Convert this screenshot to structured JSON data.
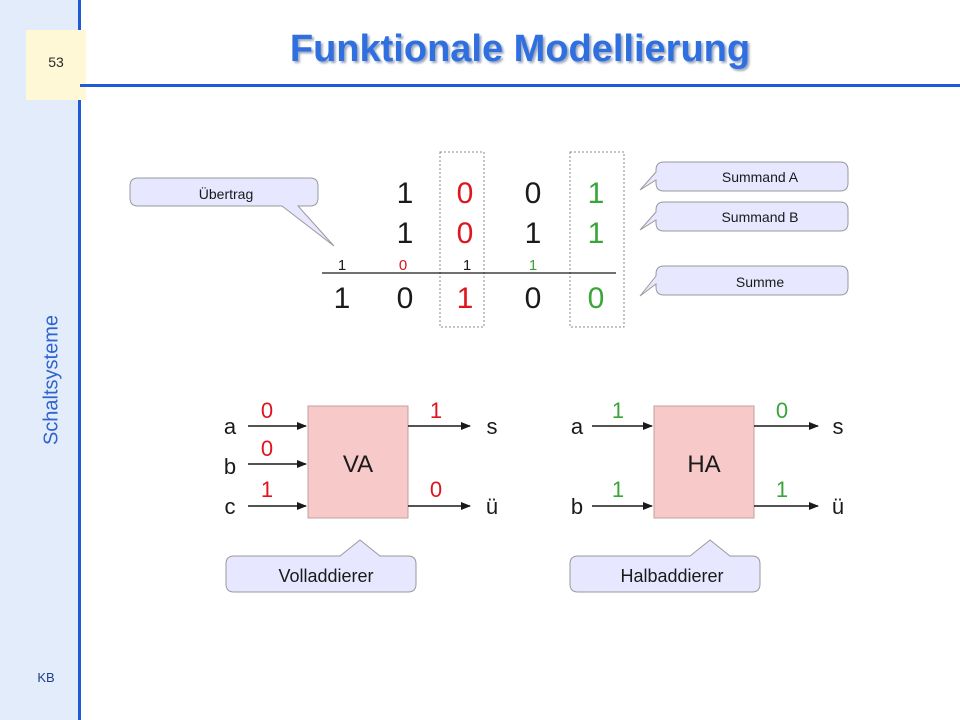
{
  "slide": {
    "page_number": "53",
    "title": "Funktionale Modellierung",
    "side_title": "Schaltsysteme",
    "footer": "KB"
  },
  "colors": {
    "black": "#1a1a1a",
    "red": "#e0141e",
    "green": "#3aa53a",
    "accent_blue": "#2f6fe0",
    "callout_fill": "#e7e7ff",
    "box_fill": "#f7c9c9"
  },
  "addition": {
    "summand_a": [
      "1",
      "0",
      "0",
      "1"
    ],
    "summand_b": [
      "1",
      "0",
      "1",
      "1"
    ],
    "carries": [
      "1",
      "0",
      "1",
      "1"
    ],
    "sum": [
      "1",
      "0",
      "1",
      "0",
      "0"
    ]
  },
  "callouts": {
    "uebertrag": "Übertrag",
    "summand_a": "Summand A",
    "summand_b": "Summand B",
    "summe": "Summe",
    "volladdierer": "Volladdierer",
    "halbaddierer": "Halbaddierer"
  },
  "va": {
    "label": "VA",
    "inputs": [
      "a",
      "b",
      "c"
    ],
    "outputs": [
      "s",
      "ü"
    ],
    "input_values": [
      "0",
      "0",
      "1"
    ],
    "output_values": [
      "1",
      "0"
    ]
  },
  "ha": {
    "label": "HA",
    "inputs": [
      "a",
      "b"
    ],
    "outputs": [
      "s",
      "ü"
    ],
    "input_values": [
      "1",
      "1"
    ],
    "output_values": [
      "0",
      "1"
    ]
  }
}
